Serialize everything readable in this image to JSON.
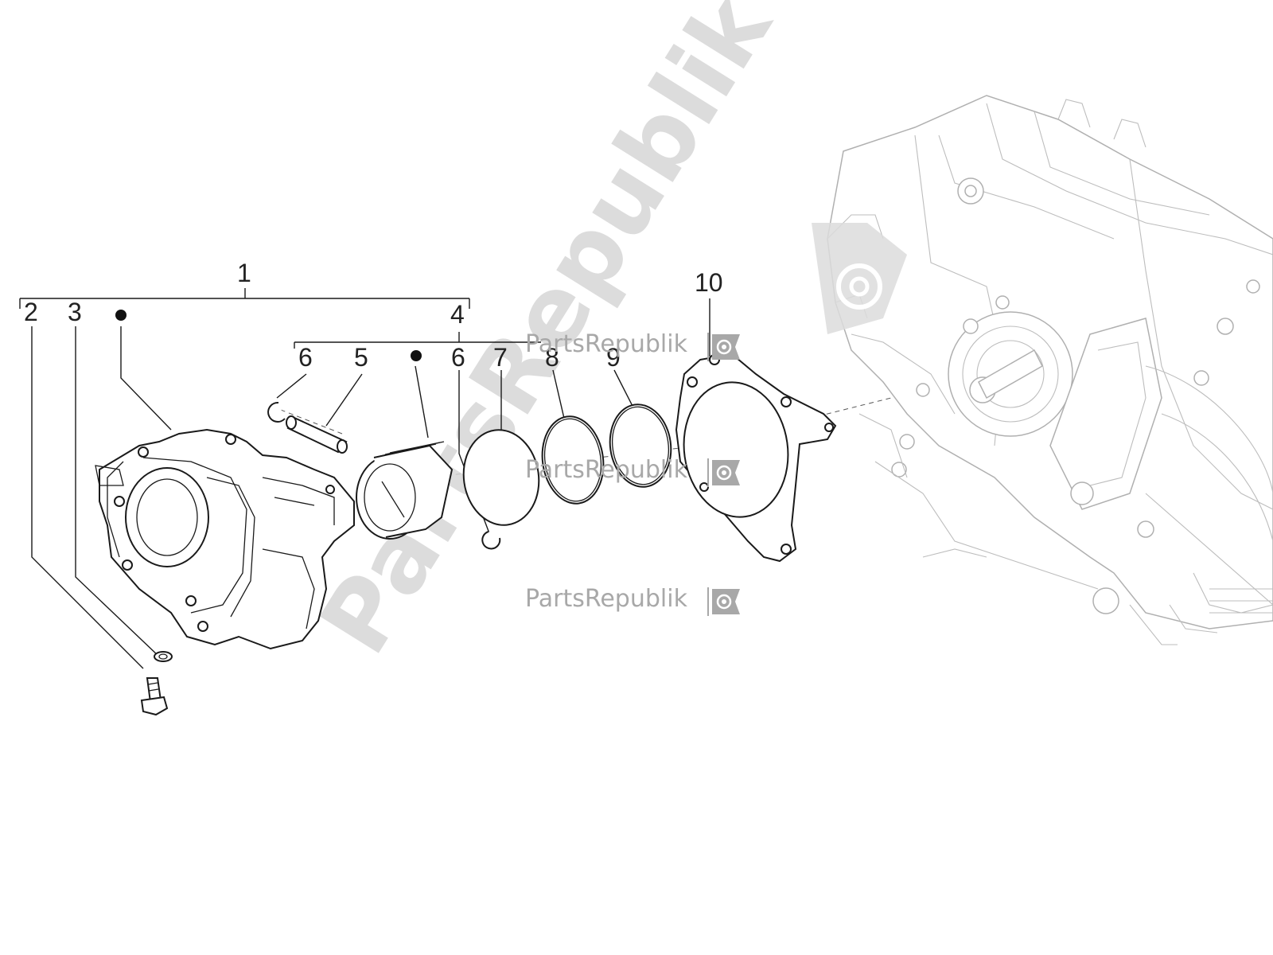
{
  "callouts": {
    "c1": "1",
    "c2": "2",
    "c3": "3",
    "c4": "4",
    "c5": "5",
    "c6a": "6",
    "c6b": "6",
    "c7": "7",
    "c8": "8",
    "c9": "9",
    "c10": "10"
  },
  "watermark": {
    "brand": "PartsRepublik",
    "icon": "gear-flag-icon"
  },
  "colors": {
    "line": "#1a1a1a",
    "engine": "#b0b0b0",
    "watermark": "#a8a8a8"
  }
}
